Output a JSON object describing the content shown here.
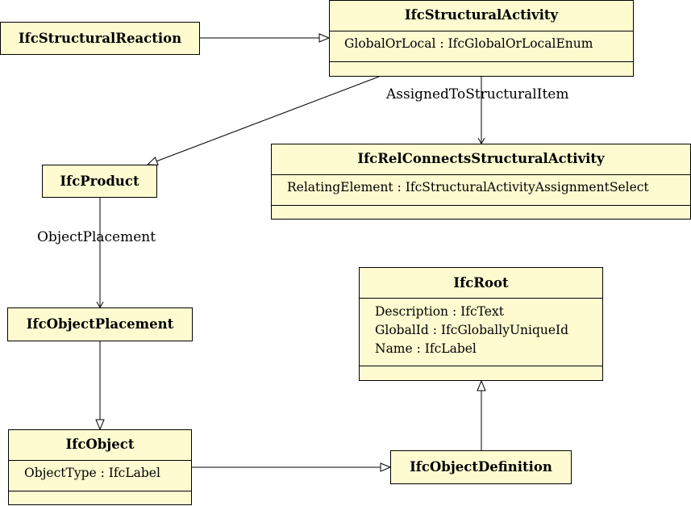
{
  "classes": {
    "structural_reaction": {
      "name": "IfcStructuralReaction"
    },
    "structural_activity": {
      "name": "IfcStructuralActivity",
      "attributes": [
        "GlobalOrLocal : IfcGlobalOrLocalEnum"
      ]
    },
    "rel_connects": {
      "name": "IfcRelConnectsStructuralActivity",
      "attributes": [
        "RelatingElement : IfcStructuralActivityAssignmentSelect"
      ]
    },
    "product": {
      "name": "IfcProduct"
    },
    "object_placement": {
      "name": "IfcObjectPlacement"
    },
    "root": {
      "name": "IfcRoot",
      "attributes": [
        "Description : IfcText",
        "GlobalId : IfcGloballyUniqueId",
        "Name : IfcLabel"
      ]
    },
    "object": {
      "name": "IfcObject",
      "attributes": [
        "ObjectType : IfcLabel"
      ]
    },
    "object_definition": {
      "name": "IfcObjectDefinition"
    }
  },
  "edges": {
    "assigned_to_structural_item": "AssignedToStructuralItem",
    "object_placement": "ObjectPlacement"
  }
}
